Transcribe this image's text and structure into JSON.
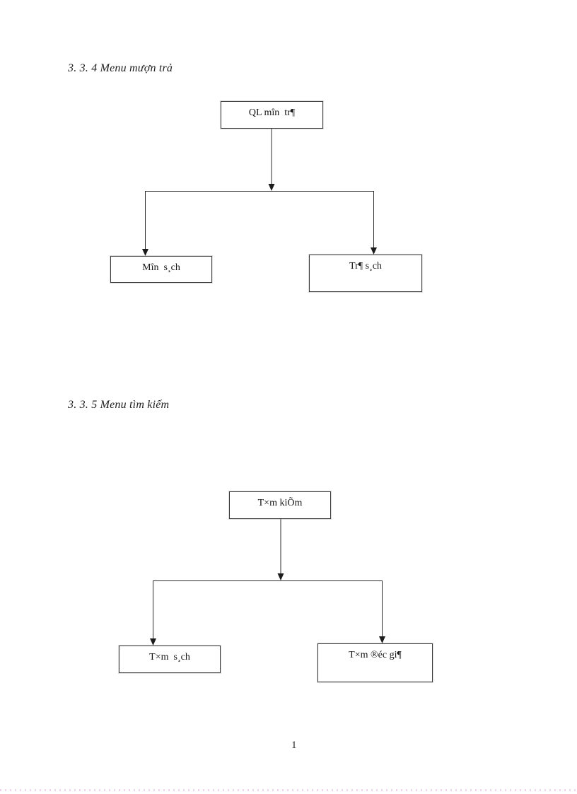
{
  "page": {
    "number": "1"
  },
  "colors": {
    "ink": "#1a1a1a",
    "box_border": "#3c3c3c",
    "footer_dots": "#eed3ec"
  },
  "sections": [
    {
      "heading": "3. 3. 4 Menu mượn trả",
      "diagram": {
        "type": "tree",
        "root": "QL mîn  tr¶",
        "children": [
          "Mîn  s¸ch",
          "Tr¶ s¸ch"
        ]
      }
    },
    {
      "heading": "3. 3. 5 Menu tìm kiếm",
      "diagram": {
        "type": "tree",
        "root": "T×m kiÕm",
        "children": [
          "T×m  s¸ch",
          "T×m ®éc gi¶"
        ]
      }
    }
  ]
}
